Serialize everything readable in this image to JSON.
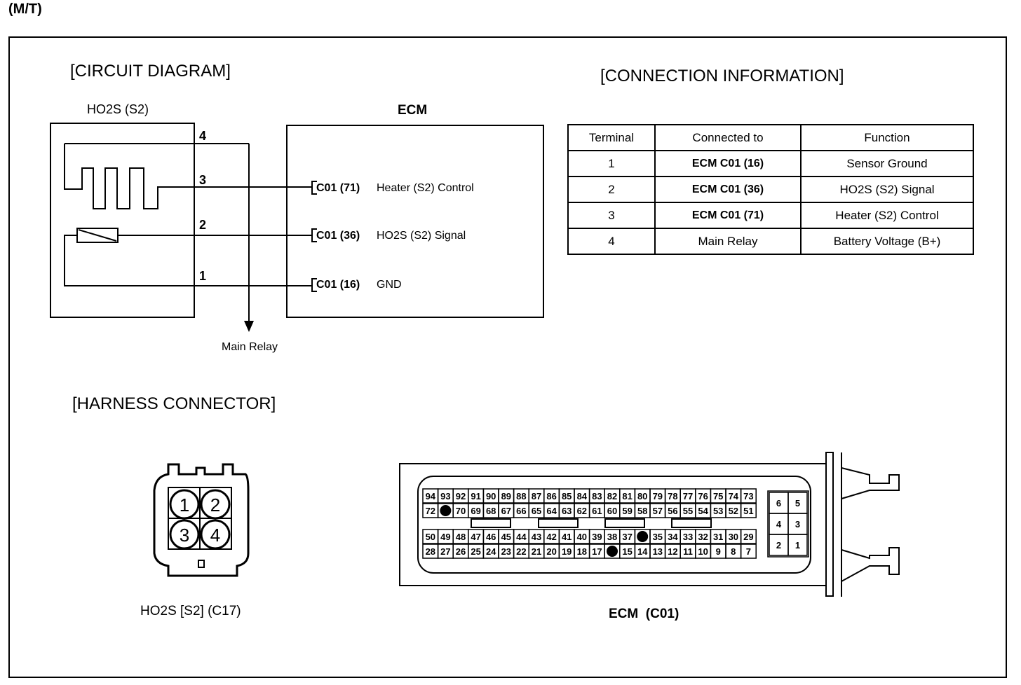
{
  "mode_label": "(M/T)",
  "circuit": {
    "title": "[CIRCUIT DIAGRAM]",
    "sensor_label": "HO2S (S2)",
    "ecm_label": "ECM",
    "pins": [
      "4",
      "3",
      "2",
      "1"
    ],
    "ecm_terminals": [
      {
        "code": "C01 (71)",
        "name": "Heater (S2) Control"
      },
      {
        "code": "C01 (36)",
        "name": "HO2S (S2) Signal"
      },
      {
        "code": "C01 (16)",
        "name": "GND"
      }
    ],
    "relay_label": "Main Relay"
  },
  "connection_info": {
    "title": "[CONNECTION INFORMATION]",
    "headers": [
      "Terminal",
      "Connected to",
      "Function"
    ],
    "rows": [
      {
        "terminal": "1",
        "connected": "ECM C01 (16)",
        "function": "Sensor Ground"
      },
      {
        "terminal": "2",
        "connected": "ECM C01 (36)",
        "function": "HO2S (S2) Signal"
      },
      {
        "terminal": "3",
        "connected": "ECM C01 (71)",
        "function": "Heater (S2) Control"
      },
      {
        "terminal": "4",
        "connected": "Main Relay",
        "function": "Battery Voltage (B+)"
      }
    ]
  },
  "harness": {
    "title": "[HARNESS CONNECTOR]",
    "sensor_connector_label": "HO2S [S2] (C17)",
    "sensor_pins": [
      "1",
      "2",
      "3",
      "4"
    ],
    "ecm_connector_label": "ECM  (C01)",
    "ecm_rows": [
      [
        "94",
        "93",
        "92",
        "91",
        "90",
        "89",
        "88",
        "87",
        "86",
        "85",
        "84",
        "83",
        "82",
        "81",
        "80",
        "79",
        "78",
        "77",
        "76",
        "75",
        "74",
        "73"
      ],
      [
        "72",
        "",
        "70",
        "69",
        "68",
        "67",
        "66",
        "65",
        "64",
        "63",
        "62",
        "61",
        "60",
        "59",
        "58",
        "57",
        "56",
        "55",
        "54",
        "53",
        "52",
        "51"
      ],
      [
        "50",
        "49",
        "48",
        "47",
        "46",
        "45",
        "44",
        "43",
        "42",
        "41",
        "40",
        "39",
        "38",
        "37",
        "",
        "35",
        "34",
        "33",
        "32",
        "31",
        "30",
        "29"
      ],
      [
        "28",
        "27",
        "26",
        "25",
        "24",
        "23",
        "22",
        "21",
        "20",
        "19",
        "18",
        "17",
        "",
        "15",
        "14",
        "13",
        "12",
        "11",
        "10",
        "9",
        "8",
        "7"
      ]
    ],
    "ecm_side_pins": [
      [
        "6",
        "5"
      ],
      [
        "4",
        "3"
      ],
      [
        "2",
        "1"
      ]
    ]
  }
}
